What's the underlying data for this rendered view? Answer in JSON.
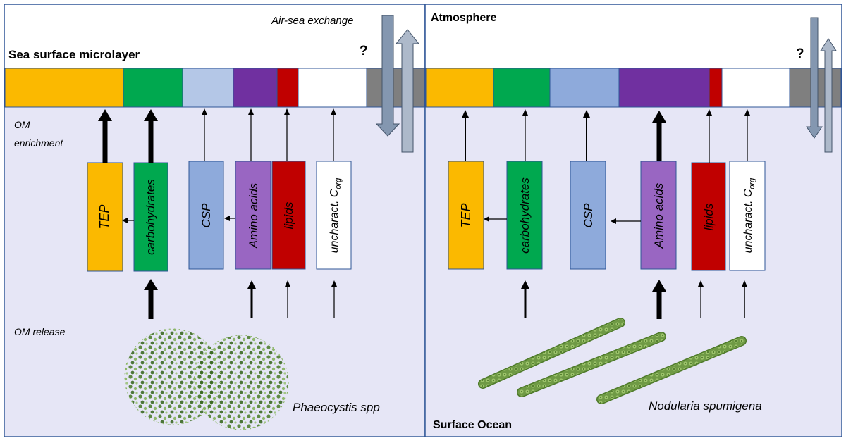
{
  "left_panel": {
    "microlayer_title": "Sea surface microlayer",
    "air_sea_label": "Air-sea exchange",
    "question_mark": "?",
    "om_enrichment_line1": "OM",
    "om_enrichment_line2": "enrichment",
    "om_release_label": "OM release",
    "organism_label": "Phaeocystis spp",
    "boxes": {
      "tep": "TEP",
      "carbohydrates": "carbohydrates",
      "csp": "CSP",
      "amino_acids": "Amino acids",
      "lipids": "lipids",
      "uncharacterized": "uncharact. C",
      "uncharacterized_sub": "org"
    }
  },
  "right_panel": {
    "atmosphere_title": "Atmosphere",
    "question_mark": "?",
    "surface_ocean_title": "Surface Ocean",
    "organism_label": "Nodularia spumigena",
    "boxes": {
      "tep": "TEP",
      "carbohydrates": "carbohydrates",
      "csp": "CSP",
      "amino_acids": "Amino acids",
      "lipids": "lipids",
      "uncharacterized": "uncharact. C",
      "uncharacterized_sub": "org"
    }
  },
  "colors": {
    "tep": "#fbb900",
    "carbohydrates": "#00a84f",
    "csp": "#8eaadb",
    "csp_light": "#b4c7e7",
    "amino_acids": "#7030a0",
    "amino_acids_box": "#9966c2",
    "lipids": "#c00000",
    "uncharacterized": "#ffffff",
    "unknown": "#7f7f7f",
    "panel_fill": "#e6e6f6",
    "border": "#2f5597",
    "organism": "#5a8a3a"
  }
}
